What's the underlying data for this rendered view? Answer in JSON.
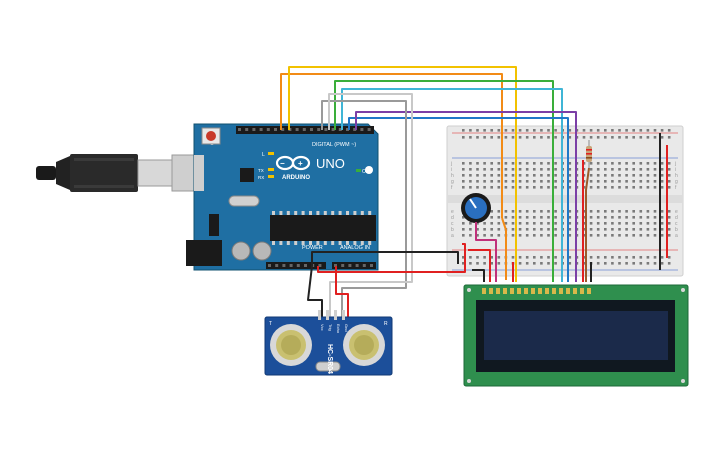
{
  "arduino": {
    "brand": "ARDUINO",
    "model": "UNO",
    "digital_header": "DIGITAL (PWM ~)",
    "power_header": "POWER",
    "analog_header": "ANALOG IN",
    "on_label": "ON",
    "l_label": "L",
    "tx_label": "TX",
    "rx_label": "RX"
  },
  "sensor": {
    "model": "HC-SR04",
    "pins": [
      "Vcc",
      "Trig",
      "Echo",
      "Gnd"
    ],
    "corner_t": "T",
    "corner_r": "R"
  },
  "breadboard": {
    "row_letters_top": [
      "j",
      "i",
      "h",
      "g",
      "f"
    ],
    "row_letters_bottom": [
      "e",
      "d",
      "c",
      "b",
      "a"
    ]
  },
  "colors": {
    "arduino_board": "#1f6fa3",
    "sensor_board": "#1c4f9a",
    "lcd_board": "#2f8f4e",
    "lcd_screen": "#1b2a4a",
    "breadboard": "#e9e9e9",
    "wire_orange": "#f28b16",
    "wire_yellow": "#f2c200",
    "wire_green": "#3aae3a",
    "wire_cyan": "#3fb5d6",
    "wire_blue": "#1f78c8",
    "wire_purple": "#7b3fa6",
    "wire_gray": "#9a9a9a",
    "wire_black": "#222222",
    "wire_red": "#e02020",
    "wire_magenta": "#c0307a",
    "wire_brown": "#9a5a2a"
  }
}
